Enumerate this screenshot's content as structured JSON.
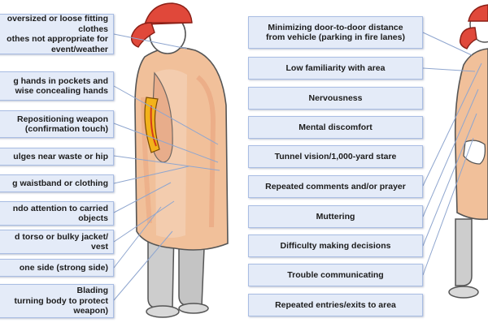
{
  "left_labels": [
    "oversized or loose fitting\nclothes\nothes not appropriate for\nevent/weather",
    "g hands in pockets and\nwise concealing hands",
    "Repositioning weapon\n(confirmation touch)",
    "ulges near waste or hip",
    "g waistband or clothing",
    "ndo attention to carried\nobjects",
    "d torso or bulky jacket/\nvest",
    "one side (strong side)",
    "Blading\nturning body to protect\nweapon)"
  ],
  "right_labels": [
    "Minimizing door-to-door distance\nfrom vehicle (parking in fire lanes)",
    "Low familiarity with area",
    "Nervousness",
    "Mental discomfort",
    "Tunnel vision/1,000-yard stare",
    "Repeated comments and/or prayer",
    "Muttering",
    "Difficulty making decisions",
    "Trouble communicating",
    "Repeated entries/exits to area"
  ],
  "colors": {
    "label_bg": "#e4ebf8",
    "label_border": "#a9bde3",
    "hard_hat": "#e0483a",
    "body": "#f0c2a0",
    "pants": "#c9c9c9",
    "leader_line": "#8fa6cf"
  },
  "icons": [
    "hard-hat-icon",
    "weapon-icon",
    "person-figure-icon"
  ]
}
